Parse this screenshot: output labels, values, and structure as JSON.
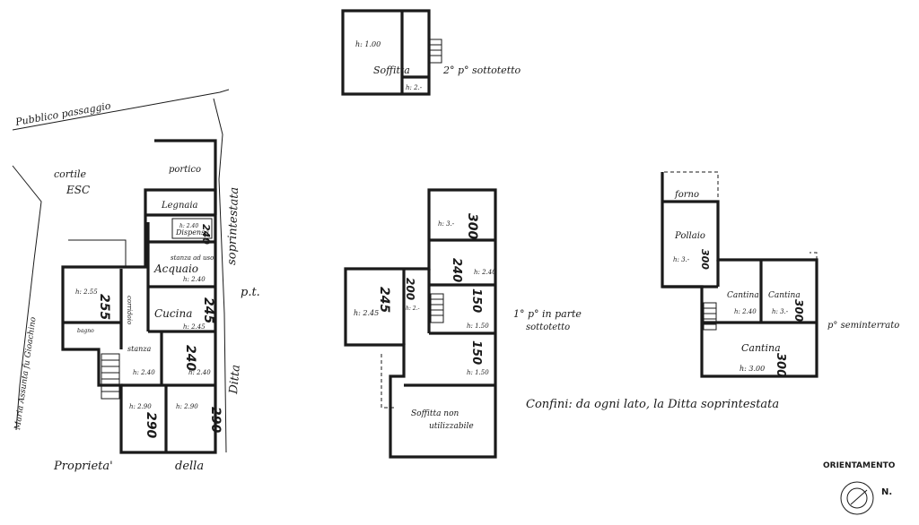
{
  "labels": {
    "public_passage": "Pubblico passaggio",
    "courtyard": "cortile",
    "courtyard_code": "ESC",
    "portico": "portico",
    "woodshed": "Legnaia",
    "pantry": "Dispensa",
    "pantry_h": "h: 2.40",
    "pantry_num": "240",
    "scullery_top": "stanza ad uso",
    "scullery": "Acquaio",
    "scullery_h": "h: 2.40",
    "kitchen": "Cucina",
    "kitchen_h": "h: 2.45",
    "kitchen_num": "245",
    "left_room_h": "h: 2.55",
    "left_room_num": "255",
    "corridor": "corridoio",
    "small_room": "bagno",
    "middle_room": "stanza",
    "middle_room_h": "h: 2.40",
    "right_room_h": "h: 2.40",
    "right_room_num": "240",
    "bottom_left_h": "h: 2.90",
    "bottom_left_num": "290",
    "bottom_right_h": "h: 2.90",
    "bottom_right_num": "290",
    "left_boundary": "Maria Assunta fu Gioachino",
    "right_boundary": "soprintestata",
    "ditta": "Ditta",
    "property": "Proprieta'",
    "della": "della",
    "ground_floor": "p.t.",
    "attic_h": "h: 1.00",
    "attic": "Soffitta",
    "attic_small_h": "h: 2.-",
    "second_floor": "2° p° sottotetto",
    "first_floor": "1° p° in parte",
    "first_floor_2": "sottotetto",
    "ff_top_h": "h: 3.-",
    "ff_top_num": "300",
    "ff_r2_h": "h: 2.40",
    "ff_r2_num": "240",
    "ff_r3_h": "h: 1.50",
    "ff_r3_num": "150",
    "ff_r4_h": "h: 1.50",
    "ff_r4_num": "150",
    "ff_left_h": "h: 2.45",
    "ff_left_num": "245",
    "ff_mid_num": "200",
    "ff_mid_h": "h: 2.-",
    "ff_bottom": "Soffitta non",
    "ff_bottom_2": "utilizzabile",
    "oven": "forno",
    "henhouse": "Pollaio",
    "henhouse_h": "h: 3.-",
    "henhouse_num": "300",
    "cellar1": "Cantina",
    "cellar1_h": "h: 2.40",
    "cellar2": "Cantina",
    "cellar2_h": "h: 3.-",
    "cellar2_num": "300",
    "cellar3": "Cantina",
    "cellar3_h": "h: 3.00",
    "cellar3_num": "300",
    "basement": "p° seminterrato",
    "borders": "Confini: da ogni lato, la Ditta soprintestata",
    "orientation": "ORIENTAMENTO",
    "north": "N."
  }
}
